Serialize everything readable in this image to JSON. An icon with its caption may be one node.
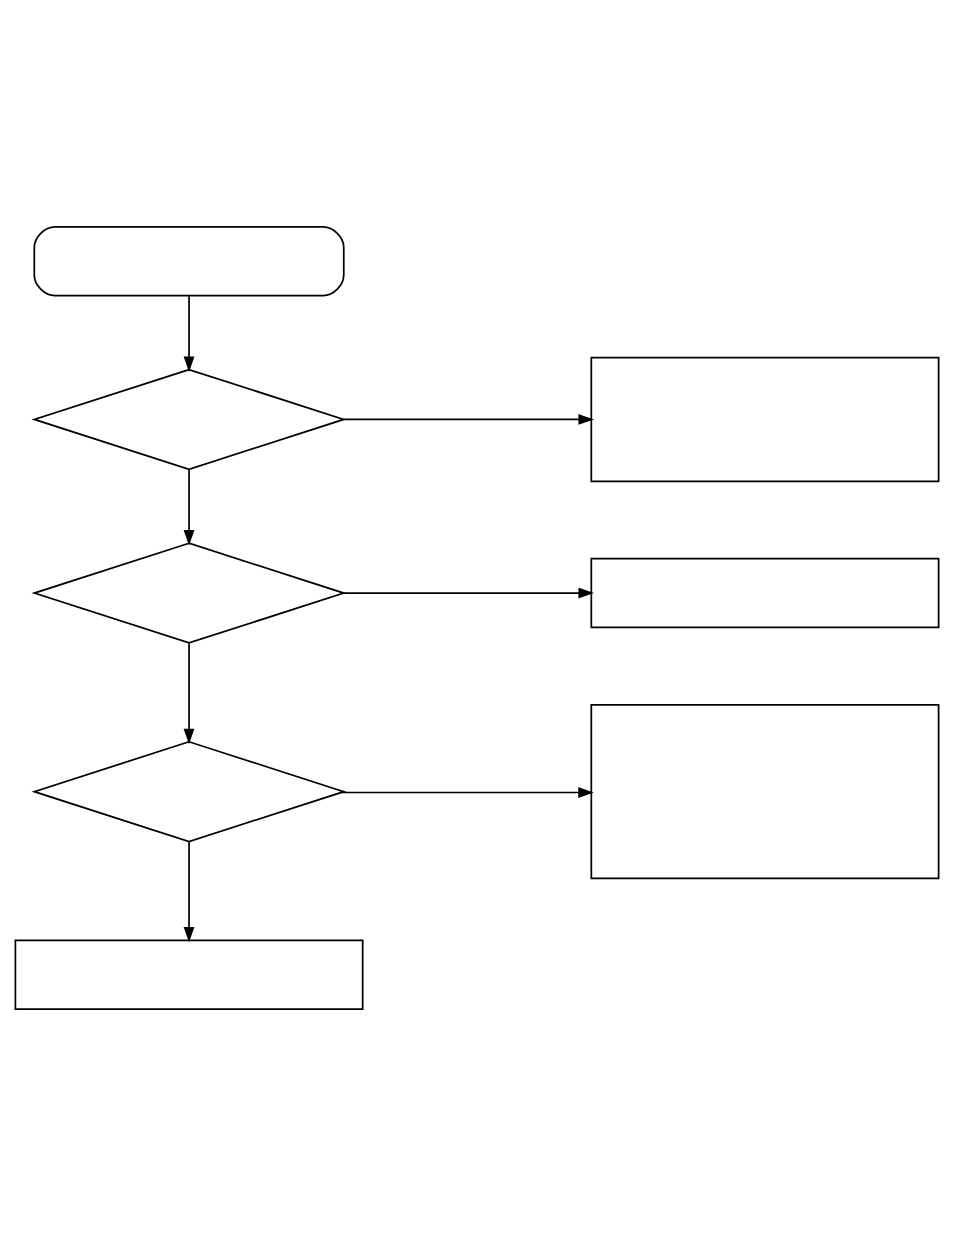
{
  "diagram": {
    "nodes": [
      {
        "text": [],
        "shape": "capsule"
      },
      {
        "text": [],
        "shape": "diamond"
      },
      {
        "text": [],
        "shape": "box"
      },
      {
        "text": [],
        "shape": "diamond"
      },
      {
        "text": [],
        "shape": "box"
      },
      {
        "text": [],
        "shape": "diamond"
      },
      {
        "text": [],
        "shape": "box"
      },
      {
        "text": [],
        "shape": "box"
      }
    ],
    "edges": [
      {
        "from": 0,
        "to": 1,
        "arrow": "to"
      },
      {
        "from": 1,
        "to": 2,
        "arrow": "to"
      },
      {
        "from": 1,
        "to": 3,
        "arrow": "to"
      },
      {
        "from": 3,
        "to": 4,
        "arrow": "to"
      },
      {
        "from": 3,
        "to": 5,
        "arrow": "to"
      },
      {
        "from": 5,
        "to": 6,
        "arrow": "to"
      },
      {
        "from": 5,
        "to": 7,
        "arrow": "to"
      }
    ]
  }
}
